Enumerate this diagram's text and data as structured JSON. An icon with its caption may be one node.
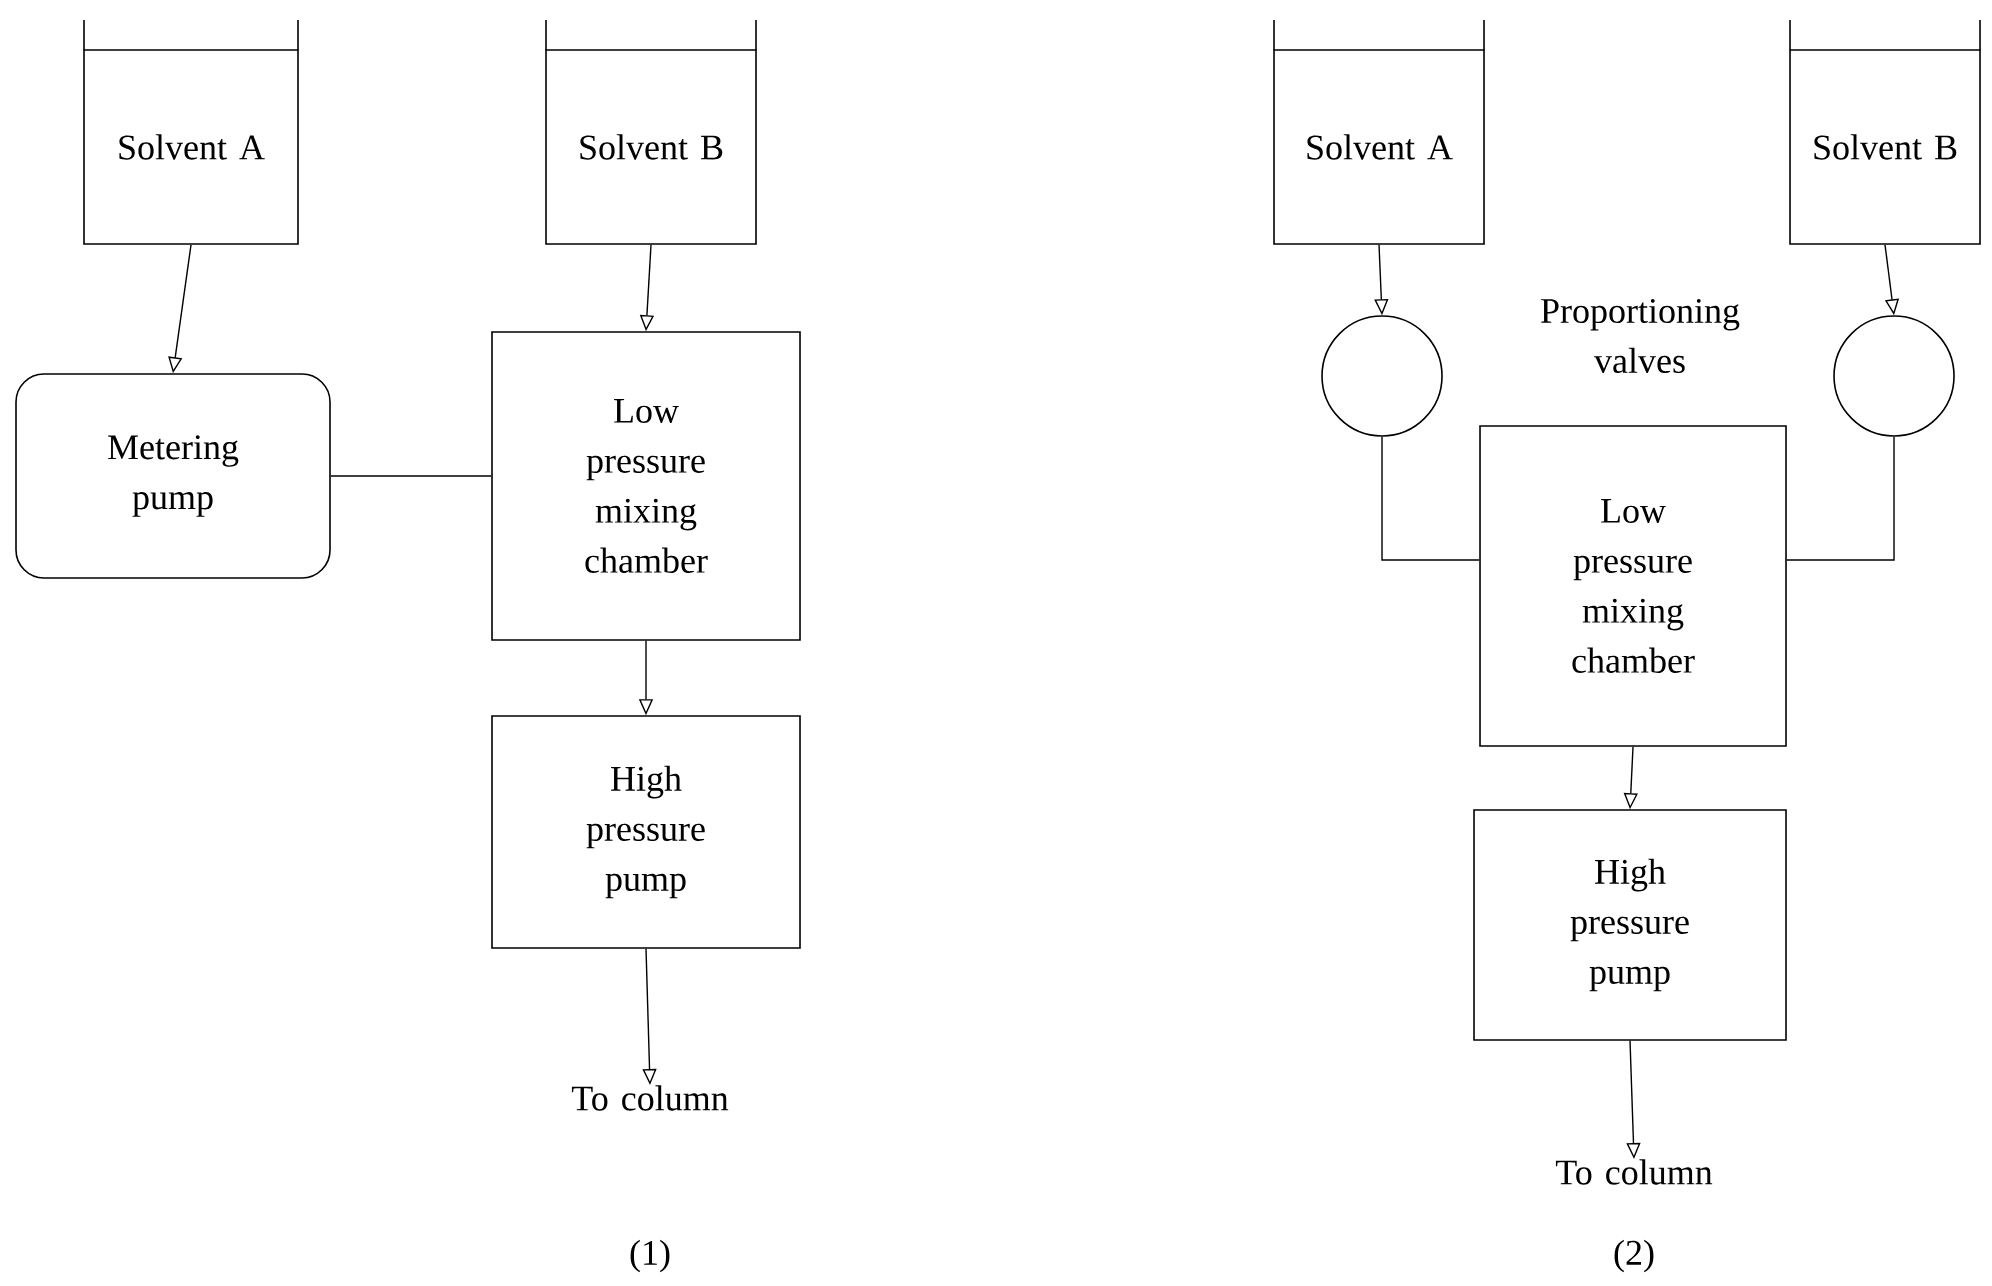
{
  "diagram": {
    "nodes": [
      {
        "text": [
          "Solvent A"
        ]
      },
      {
        "text": [
          "Solvent B"
        ]
      },
      {
        "text": [
          "Metering pump"
        ]
      },
      {
        "text": [
          "Low pressure mixing chamber"
        ]
      },
      {
        "text": [
          "High pressure pump"
        ]
      },
      {
        "text": [
          "To column"
        ]
      },
      {
        "text": [
          "Solvent A"
        ]
      },
      {
        "text": [
          "Solvent B"
        ]
      },
      {
        "text": [],
        "shape": "circle"
      },
      {
        "text": [],
        "shape": "circle"
      },
      {
        "text": [
          "Low pressure mixing chamber"
        ]
      },
      {
        "text": [
          "High pressure pump"
        ]
      },
      {
        "text": [
          "To column"
        ]
      }
    ],
    "edges": [
      {
        "from": 0,
        "to": 2,
        "arrow": "to"
      },
      {
        "from": 1,
        "to": 3,
        "arrow": "to"
      },
      {
        "from": 2,
        "to": 3,
        "arrow": "none"
      },
      {
        "from": 3,
        "to": 4,
        "arrow": "to"
      },
      {
        "from": 4,
        "to": 5,
        "arrow": "to"
      },
      {
        "from": 6,
        "to": 8,
        "arrow": "to"
      },
      {
        "from": 7,
        "to": 9,
        "arrow": "to"
      },
      {
        "from": 8,
        "to": 10,
        "arrow": "none"
      },
      {
        "from": 9,
        "to": 10,
        "arrow": "none"
      },
      {
        "from": 10,
        "to": 11,
        "arrow": "to"
      },
      {
        "from": 11,
        "to": 12,
        "arrow": "to"
      }
    ],
    "labels": [
      "Proportioning valves",
      "(1)",
      "(2)"
    ]
  }
}
